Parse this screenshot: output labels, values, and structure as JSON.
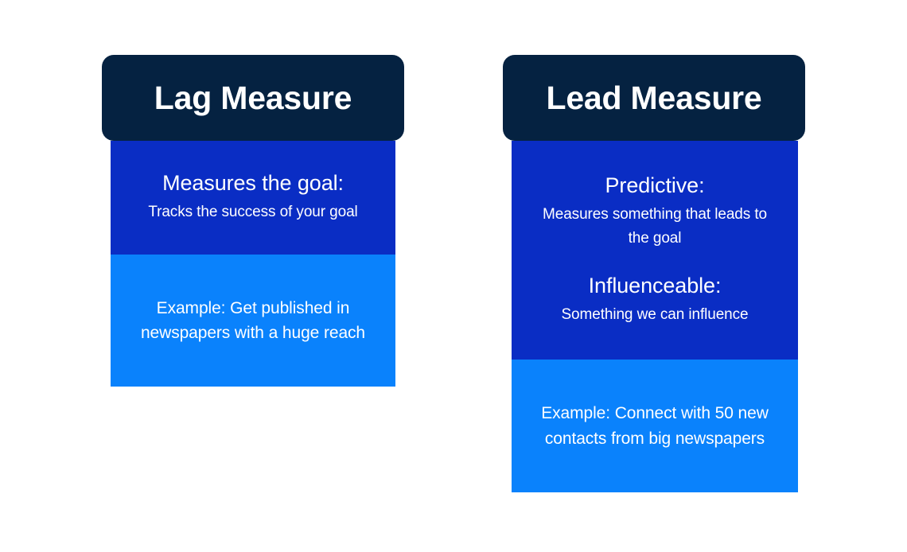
{
  "page": {
    "background_color": "#ffffff",
    "layout": "two-column-comparison"
  },
  "theme": {
    "header_color": "#052241",
    "primary_color": "#0A2DC4",
    "accent_color": "#0A82FC",
    "text_color": "#ffffff"
  },
  "cards": [
    {
      "id": "lag-measure",
      "title": "Lag Measure",
      "primary_section": {
        "blocks": [
          {
            "heading": "Measures the goal:",
            "subtext": "Tracks the success of your goal"
          }
        ]
      },
      "accent_section": {
        "example": "Example: Get published in newspapers with a huge reach"
      }
    },
    {
      "id": "lead-measure",
      "title": "Lead Measure",
      "primary_section": {
        "blocks": [
          {
            "heading": "Predictive:",
            "subtext": "Measures something that leads to the goal"
          },
          {
            "heading": "Influenceable:",
            "subtext": "Something we can influence"
          }
        ]
      },
      "accent_section": {
        "example": "Example: Connect with 50 new contacts from big newspapers"
      }
    }
  ]
}
